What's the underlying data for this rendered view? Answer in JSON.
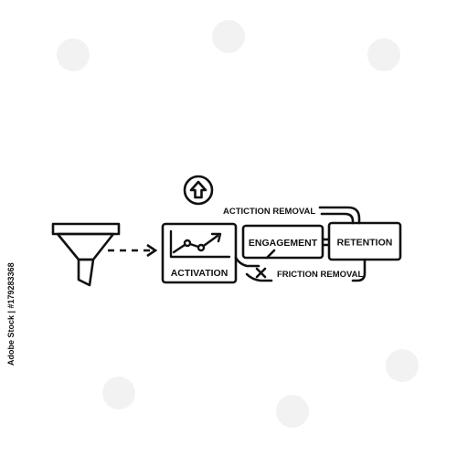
{
  "diagram": {
    "labels": {
      "activation": "ACTIVATION",
      "engagement": "ENGAGEMENT",
      "retention": "RETENTION",
      "actiction_removal": "ACTICTION REMOVAL",
      "friction_removal": "FRICTION REMOVAL"
    },
    "icons": {
      "funnel": "funnel-icon",
      "arrow_up_circle": "arrow-up-circle-icon",
      "growth_chart": "growth-chart-icon",
      "cross": "cross-icon"
    },
    "colors": {
      "line": "#111111",
      "background": "#ffffff"
    }
  },
  "stock_id": "Adobe Stock | #179283368"
}
